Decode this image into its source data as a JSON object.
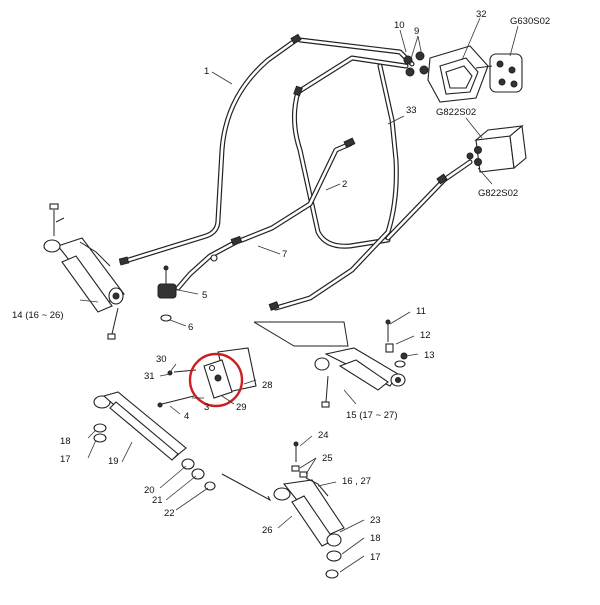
{
  "labels": {
    "l1": "1",
    "l2": "2",
    "l3": "3",
    "l4": "4",
    "l5": "5",
    "l6": "6",
    "l7": "7",
    "l9": "9",
    "l10": "10",
    "l11": "11",
    "l12": "12",
    "l13": "13",
    "l14": "14 (16 ~ 26)",
    "l15": "15 (17 ~ 27)",
    "l16": "16 , 27",
    "l17a": "17",
    "l17b": "17",
    "l18a": "18",
    "l18b": "18",
    "l19": "19",
    "l20": "20",
    "l21": "21",
    "l22": "22",
    "l23": "23",
    "l24": "24",
    "l25": "25",
    "l26": "26",
    "l28": "28",
    "l29": "29",
    "l30": "30",
    "l31": "31",
    "l32": "32",
    "l33": "33",
    "g630": "G630S02",
    "g822a": "G822S02",
    "g822b": "G822S02"
  },
  "highlight": {
    "target_part": "29",
    "color": "#cc1f1f"
  },
  "colors": {
    "line": "#222222",
    "background": "#ffffff"
  }
}
